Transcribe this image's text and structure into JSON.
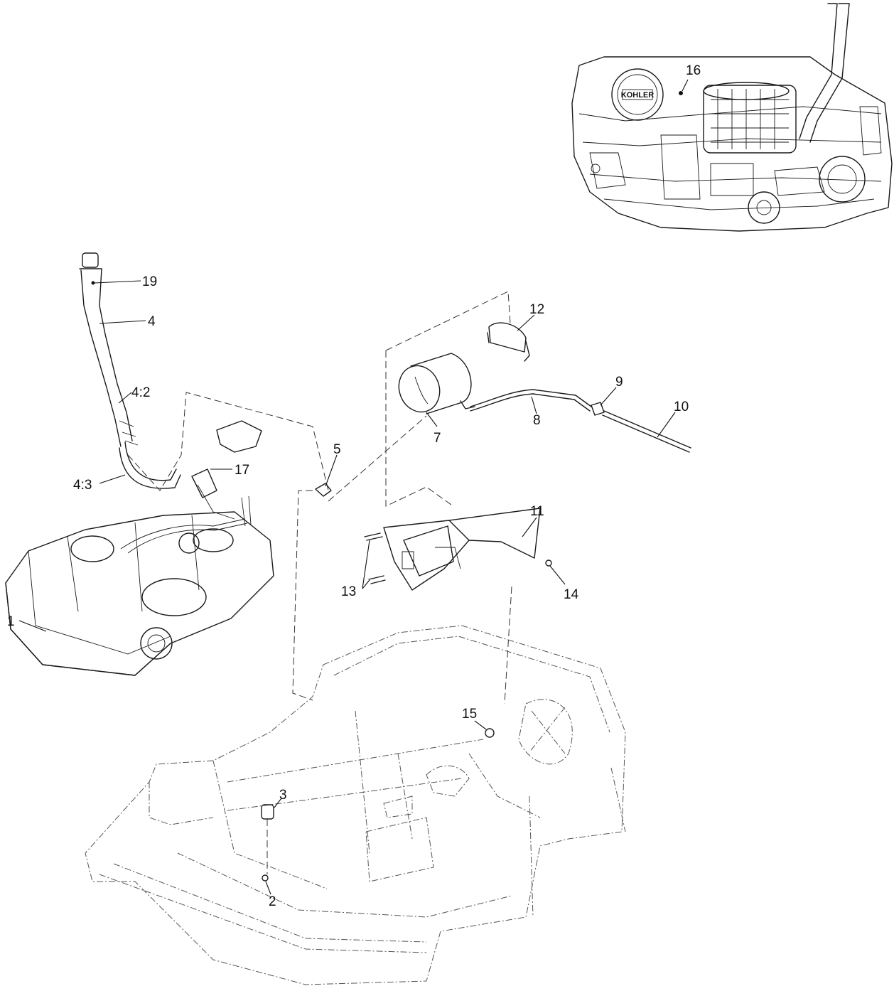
{
  "diagram": {
    "engine_brand": "KOHLER",
    "callouts": [
      {
        "id": "c1",
        "label": "1"
      },
      {
        "id": "c2",
        "label": "2"
      },
      {
        "id": "c3",
        "label": "3"
      },
      {
        "id": "c4",
        "label": "4"
      },
      {
        "id": "c4-2",
        "label": "4:2"
      },
      {
        "id": "c4-3",
        "label": "4:3"
      },
      {
        "id": "c5",
        "label": "5"
      },
      {
        "id": "c7",
        "label": "7"
      },
      {
        "id": "c8",
        "label": "8"
      },
      {
        "id": "c9",
        "label": "9"
      },
      {
        "id": "c10",
        "label": "10"
      },
      {
        "id": "c11",
        "label": "11"
      },
      {
        "id": "c12",
        "label": "12"
      },
      {
        "id": "c13",
        "label": "13"
      },
      {
        "id": "c14",
        "label": "14"
      },
      {
        "id": "c15",
        "label": "15"
      },
      {
        "id": "c16",
        "label": "16"
      },
      {
        "id": "c17",
        "label": "17"
      },
      {
        "id": "c19",
        "label": "19"
      }
    ]
  }
}
